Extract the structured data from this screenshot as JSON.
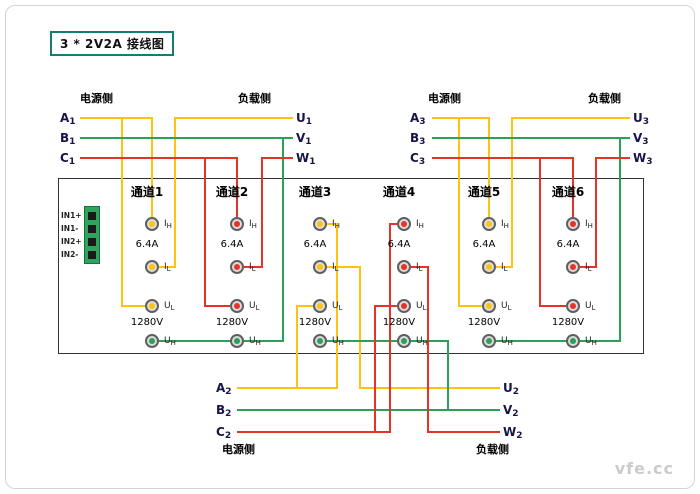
{
  "title": "3 * 2V2A  接线图",
  "watermark": "vfe.cc",
  "colors": {
    "phase_a": "#ffc20e",
    "phase_b": "#2aa05a",
    "phase_c": "#e6332a"
  },
  "connector": {
    "labels": [
      "IN1+",
      "IN1-",
      "IN2+",
      "IN2-"
    ]
  },
  "terminal_labels": {
    "ih": {
      "base": "I",
      "sub": "H"
    },
    "il": {
      "base": "I",
      "sub": "L"
    },
    "ul": {
      "base": "U",
      "sub": "L"
    },
    "uh": {
      "base": "U",
      "sub": "H"
    }
  },
  "channels": [
    {
      "name": "通道1",
      "current_rating": "6.4A",
      "voltage_rating": "1280V"
    },
    {
      "name": "通道2",
      "current_rating": "6.4A",
      "voltage_rating": "1280V"
    },
    {
      "name": "通道3",
      "current_rating": "6.4A",
      "voltage_rating": "1280V"
    },
    {
      "name": "通道4",
      "current_rating": "6.4A",
      "voltage_rating": "1280V"
    },
    {
      "name": "通道5",
      "current_rating": "6.4A",
      "voltage_rating": "1280V"
    },
    {
      "name": "通道6",
      "current_rating": "6.4A",
      "voltage_rating": "1280V"
    }
  ],
  "circuits": [
    {
      "source_label": "电源侧",
      "load_label": "负载侧",
      "source_phases": [
        {
          "base": "A",
          "sub": "1"
        },
        {
          "base": "B",
          "sub": "1"
        },
        {
          "base": "C",
          "sub": "1"
        }
      ],
      "load_phases": [
        {
          "base": "U",
          "sub": "1"
        },
        {
          "base": "V",
          "sub": "1"
        },
        {
          "base": "W",
          "sub": "1"
        }
      ]
    },
    {
      "source_label": "电源侧",
      "load_label": "负载侧",
      "source_phases": [
        {
          "base": "A",
          "sub": "2"
        },
        {
          "base": "B",
          "sub": "2"
        },
        {
          "base": "C",
          "sub": "2"
        }
      ],
      "load_phases": [
        {
          "base": "U",
          "sub": "2"
        },
        {
          "base": "V",
          "sub": "2"
        },
        {
          "base": "W",
          "sub": "2"
        }
      ]
    },
    {
      "source_label": "电源侧",
      "load_label": "负载侧",
      "source_phases": [
        {
          "base": "A",
          "sub": "3"
        },
        {
          "base": "B",
          "sub": "3"
        },
        {
          "base": "C",
          "sub": "3"
        }
      ],
      "load_phases": [
        {
          "base": "U",
          "sub": "3"
        },
        {
          "base": "V",
          "sub": "3"
        },
        {
          "base": "W",
          "sub": "3"
        }
      ]
    }
  ]
}
